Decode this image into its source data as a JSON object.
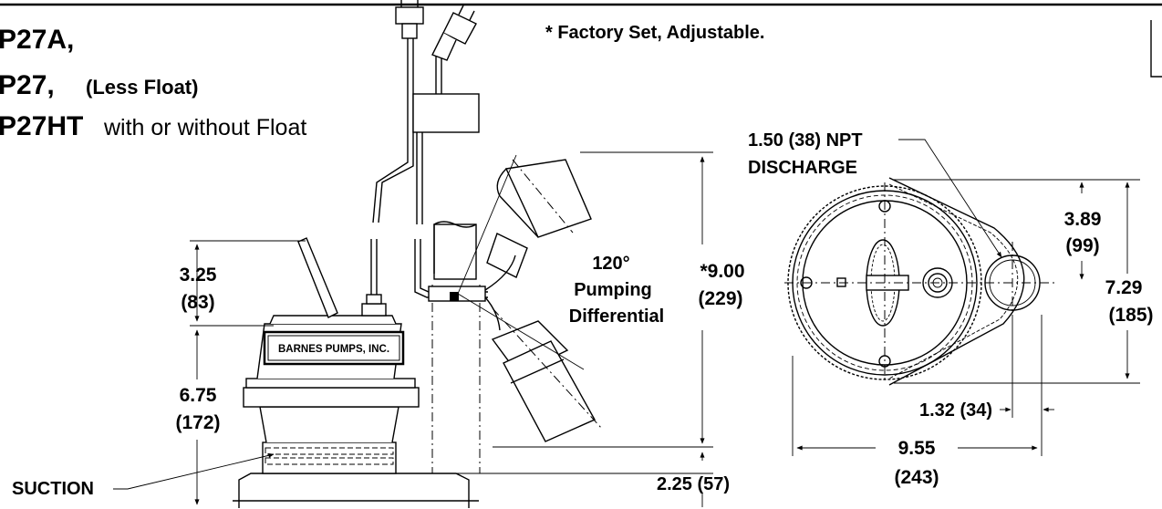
{
  "titles": {
    "line1_model": "P27A,",
    "line2_model": "P27,",
    "line2_note": "(Less Float)",
    "line3_model": "P27HT",
    "line3_note": "with or without Float"
  },
  "note": "* Factory Set, Adjustable.",
  "nameplate": "BARNES PUMPS, INC.",
  "dimensions": {
    "top_height_in": "3.25",
    "top_height_mm": "(83)",
    "body_height_in": "6.75",
    "body_height_mm": "(172)",
    "suction": "SUCTION",
    "angle": "120°",
    "pumping": "Pumping",
    "differential": "Differential",
    "float_range_in": "*9.00",
    "float_range_mm": "(229)",
    "bottom_offset": "2.25 (57)",
    "discharge_size": "1.50 (38) NPT",
    "discharge_label": "DISCHARGE",
    "discharge_offset_in": "3.89",
    "discharge_offset_mm": "(99)",
    "depth_in": "7.29",
    "depth_mm": "(185)",
    "center_offset": "1.32 (34)",
    "width_in": "9.55",
    "width_mm": "(243)"
  }
}
